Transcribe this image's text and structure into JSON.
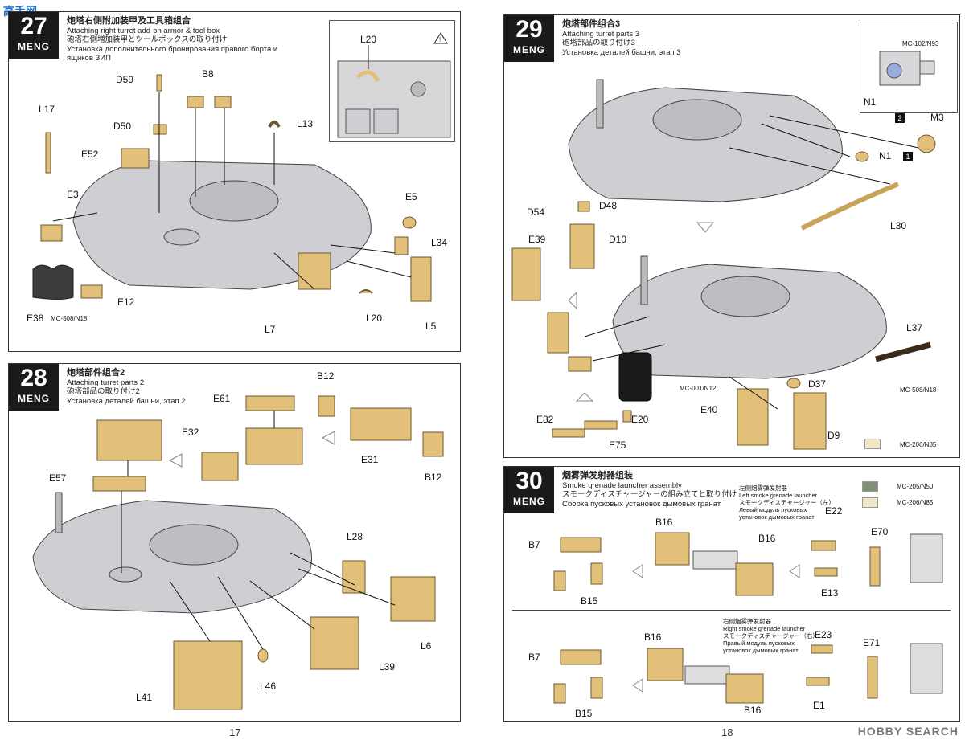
{
  "header_logo": "高手网",
  "steps": {
    "s27": {
      "num": "27",
      "brand": "MENG",
      "cn": "炮塔右侧附加装甲及工具箱组合",
      "en": "Attaching right turret add-on armor & tool box",
      "jp": "砲塔右側増加装甲とツールボックスの取り付け",
      "ru": "Установка дополнительного бронирования правого борта и",
      "ru2": "ящиков ЗИП",
      "labels": [
        "L20",
        "D59",
        "B8",
        "L17",
        "D50",
        "L13",
        "E52",
        "E3",
        "E5",
        "L34",
        "E38",
        "E12",
        "L7",
        "L20",
        "L5"
      ],
      "paint": "MC-508/N18"
    },
    "s28": {
      "num": "28",
      "brand": "MENG",
      "cn": "炮塔部件组合2",
      "en": "Attaching turret parts 2",
      "jp": "砲塔部品の取り付け2",
      "ru": "Установка деталей башни, этап 2",
      "labels": [
        "B12",
        "E61",
        "E32",
        "E31",
        "B12",
        "E57",
        "L28",
        "L6",
        "L39",
        "L46",
        "L41"
      ]
    },
    "s29": {
      "num": "29",
      "brand": "MENG",
      "cn": "炮塔部件组合3",
      "en": "Attaching turret parts 3",
      "jp": "砲塔部品の取り付け3",
      "ru": "Установка деталей башни, этап 3",
      "labels": [
        "N1",
        "M3",
        "N1",
        "L30",
        "D54",
        "D48",
        "E39",
        "D10",
        "L37",
        "D37",
        "E40",
        "D9",
        "E82",
        "E20",
        "E75"
      ],
      "paints": [
        "MC-102/N93",
        "MC-001/N12",
        "MC-508/N18",
        "MC-206/N85"
      ],
      "callout": "2",
      "callout2": "1"
    },
    "s30": {
      "num": "30",
      "brand": "MENG",
      "cn": "烟雾弹发射器组装",
      "en": "Smoke grenade launcher assembly",
      "jp": "スモークディスチャージャーの組み立てと取り付け",
      "ru": "Сборка пусковых установок дымовых гранат",
      "left_cn": "左侧烟雾弹发射器",
      "left_en": "Left smoke grenade launcher",
      "left_jp": "スモークディスチャージャー（左）",
      "left_ru1": "Левый модуль пусковых",
      "left_ru2": "установок дымовых гранат",
      "right_cn": "右侧烟雾弹发射器",
      "right_en": "Right smoke grenade launcher",
      "right_jp": "スモークディスチャージャー（右）",
      "right_ru1": "Правый модуль пусковых",
      "right_ru2": "установок дымовых гранат",
      "paints": [
        "MC-205/N50",
        "MC-206/N85"
      ],
      "labels_top": [
        "B7",
        "B16",
        "B16",
        "E22",
        "E70",
        "B15",
        "E13"
      ],
      "labels_bottom": [
        "B7",
        "B16",
        "E23",
        "E71",
        "B15",
        "B16",
        "E1"
      ]
    }
  },
  "page_left": "17",
  "page_right": "18",
  "watermark": "HOBBY SEARCH",
  "colors": {
    "part_tan": "#e3c07a",
    "turret_grey": "#cfcfd3",
    "badge": "#1a1a1a",
    "swatch_green": "#7f8f78",
    "swatch_tan": "#f1e6c6"
  }
}
